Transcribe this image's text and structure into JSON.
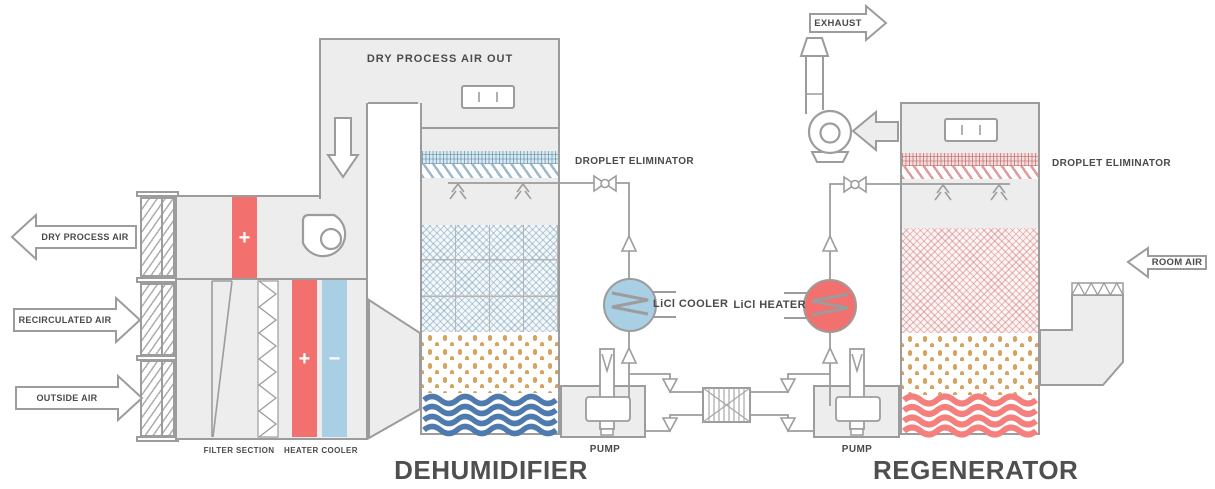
{
  "diagram": {
    "titles": {
      "dehumidifier": "DEHUMIDIFIER",
      "regenerator": "REGENERATOR"
    },
    "arrows": {
      "dry_process_air": "DRY PROCESS AIR",
      "recirculated_air": "RECIRCULATED AIR",
      "outside_air": "OUTSIDE AIR",
      "exhaust": "EXHAUST",
      "room_air": "ROOM AIR"
    },
    "labels": {
      "dry_process_air_out": "DRY PROCESS AIR OUT",
      "droplet_eliminator": "DROPLET ELIMINATOR",
      "filter_section": "FILTER SECTION",
      "heater_cooler": "HEATER COOLER",
      "licl_cooler": "LiCl COOLER",
      "licl_heater": "LiCl HEATER",
      "pump": "PUMP"
    },
    "symbols": {
      "heater_plus": "+",
      "cooler_minus": "−"
    },
    "colors": {
      "hot": "#f2706e",
      "cold": "#a8cfe4",
      "liquid_cold_wave": "#4f7aae",
      "liquid_hot_wave": "#f4807d",
      "drop": "#d6a360",
      "line": "#9c9c9c",
      "panel_fill": "#ededed",
      "text": "#4a4a4a"
    }
  }
}
